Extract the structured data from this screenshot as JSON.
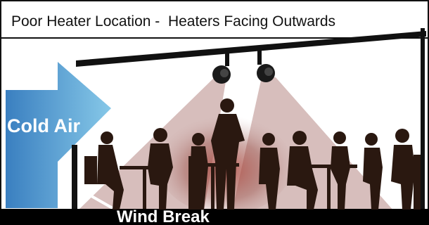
{
  "title": "Poor Heater Location -  Heaters Facing Outwards",
  "labels": {
    "cold_air": "Cold Air",
    "wind_break": "Wind Break"
  },
  "colors": {
    "frame": "#111111",
    "cold_air_gradient": [
      "#3a7fc0",
      "#86c8e8"
    ],
    "heat_cone": "#c9a8a6",
    "heat_core": "#b0443a",
    "silhouette": "#2a1810",
    "canopy": "#111111"
  },
  "icons": [
    "heater-icon",
    "arrow-icon",
    "diner-silhouette-icon"
  ]
}
